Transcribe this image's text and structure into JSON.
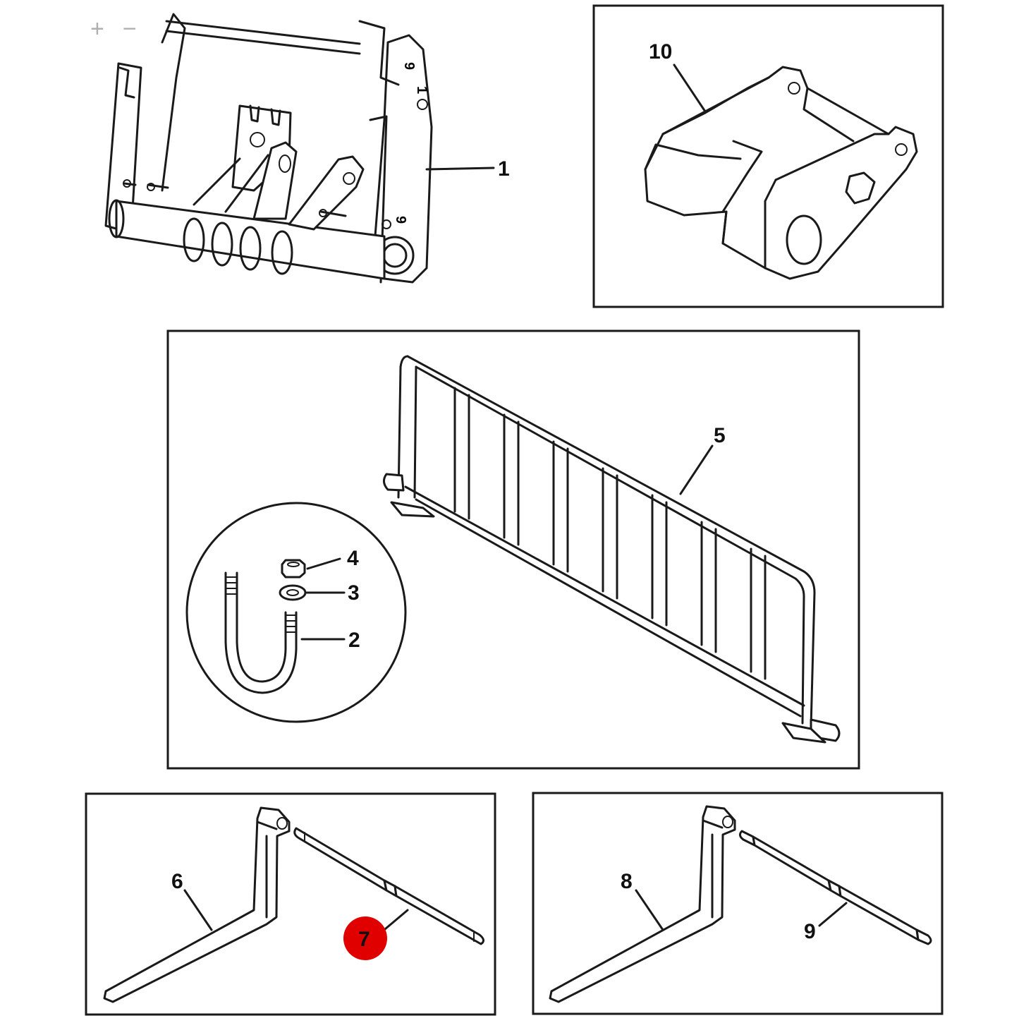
{
  "controls": {
    "zoom_in": "+",
    "zoom_out": "−"
  },
  "colors": {
    "stroke": "#1a1a1a",
    "highlight": "#e00000",
    "highlight_text": "#111111"
  },
  "callouts": [
    {
      "id": "1",
      "label": "1",
      "part": "frame"
    },
    {
      "id": "2",
      "label": "2",
      "part": "u-bolt"
    },
    {
      "id": "3",
      "label": "3",
      "part": "washer"
    },
    {
      "id": "4",
      "label": "4",
      "part": "nut"
    },
    {
      "id": "5",
      "label": "5",
      "part": "backrest"
    },
    {
      "id": "6",
      "label": "6",
      "part": "fork-tine"
    },
    {
      "id": "7",
      "label": "7",
      "part": "shaft",
      "highlighted": true
    },
    {
      "id": "8",
      "label": "8",
      "part": "fork-tine"
    },
    {
      "id": "9",
      "label": "9",
      "part": "shaft"
    },
    {
      "id": "10",
      "label": "10",
      "part": "bracket"
    }
  ],
  "frame_markings": {
    "top": "9",
    "middle": "1",
    "bottom": "9"
  }
}
